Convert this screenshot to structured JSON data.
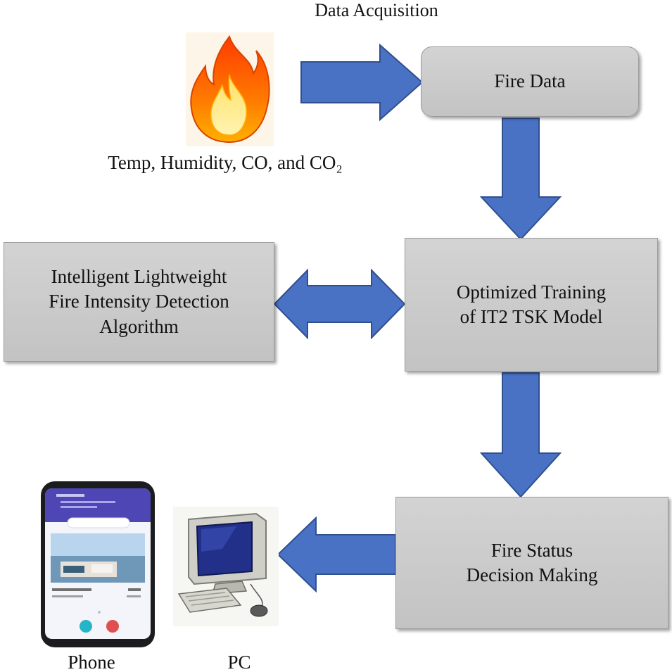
{
  "title": "Data Acquisition",
  "sensor_caption": "Temp, Humidity, CO, and CO₂",
  "boxes": {
    "fire_data": [
      "Fire Data"
    ],
    "algorithm": [
      "Intelligent Lightweight",
      "Fire Intensity Detection",
      "Algorithm"
    ],
    "training": [
      "Optimized Training",
      "of IT2 TSK Model"
    ],
    "decision": [
      "Fire Status",
      "Decision Making"
    ]
  },
  "devices": {
    "phone_label": "Phone",
    "pc_label": "PC"
  },
  "colors": {
    "arrow_fill": "#4a72c4",
    "arrow_stroke": "#2f4f8f",
    "box_fill": "#cdcdcd",
    "flame_outer": "#ff6a00",
    "flame_inner": "#ffd23a"
  }
}
